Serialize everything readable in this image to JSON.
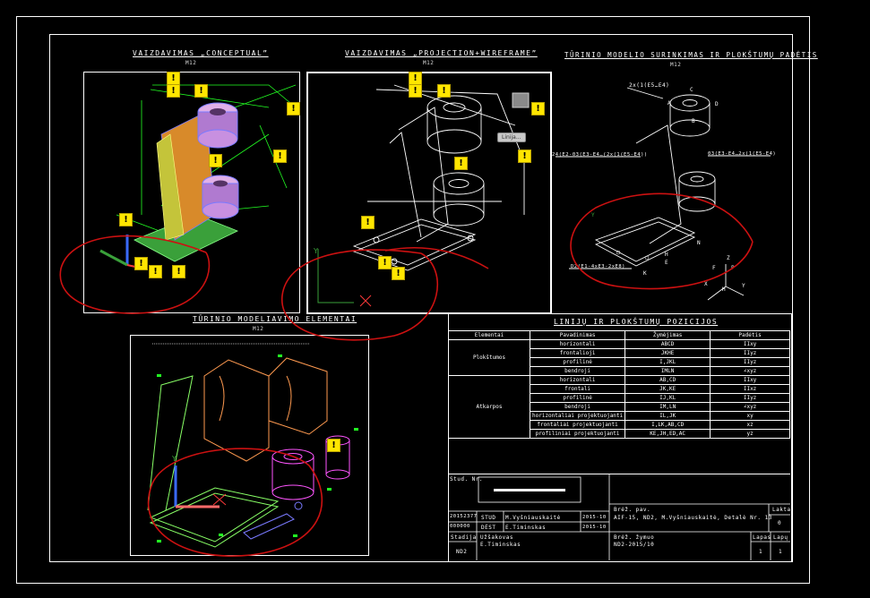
{
  "views": {
    "conceptual": {
      "title": "VAIZDAVIMAS „CONCEPTUAL”",
      "scale": "M12"
    },
    "wireframe": {
      "title": "VAIZDAVIMAS „PROJECTION+WIREFRAME”",
      "scale": "M12",
      "tooltip": "Linija..."
    },
    "assembly": {
      "title": "TŪRINIO MODELIO SURINKIMAS IR PLOKŠTUMŲ PADĖTIS",
      "scale": "M12",
      "labels": [
        "2x(1(E5…E4)",
        "C",
        "A",
        "D",
        "B",
        "24(E2-03(E3-E4…(2x(1(E5-E4))",
        "03(E3-E4…2x(1(E5-E4)",
        "Y",
        "N",
        "H",
        "E",
        "K",
        "Z",
        "F",
        "P",
        "X",
        "Y",
        "H",
        "D2(E1-4xE3-2xE8)"
      ]
    },
    "elements": {
      "title": "TŪRINIO MODELIAVIMO ELEMENTAI",
      "scale": "M12"
    }
  },
  "positions_table": {
    "title": "LINIJŲ IR PLOKŠTUMŲ POZICIJOS",
    "headers": [
      "Elementai",
      "Pavadinimas",
      "Žymėjimas",
      "Padėtis"
    ],
    "groups": [
      {
        "name": "Plokštumos",
        "rows": [
          [
            "horizontali",
            "ABCD",
            "IIxy"
          ],
          [
            "frontalioji",
            "JKHE",
            "IIyz"
          ],
          [
            "profilinė",
            "I,JKL",
            "IIyz"
          ],
          [
            "bendroji",
            "IMLN",
            "∠xyz"
          ]
        ]
      },
      {
        "name": "Atkarpos",
        "rows": [
          [
            "horizontali",
            "AB,CD",
            "IIxy"
          ],
          [
            "frontali",
            "JK,KE",
            "IIxz"
          ],
          [
            "profilinė",
            "IJ,KL",
            "IIyz"
          ],
          [
            "bendroji",
            "IM,LN",
            "∠xyz"
          ],
          [
            "horizontaliai projektuojanti",
            "IL,JK",
            "xy"
          ],
          [
            "frontaliai projektuojanti",
            "I,LK,AB,CD",
            "xz"
          ],
          [
            "profiliniai projektuojanti",
            "KE,JH,ED,AC",
            "yz"
          ]
        ]
      }
    ]
  },
  "title_block": {
    "stud_nr_label": "Stud. Nr.",
    "brez_pav_label": "Brėž. pav.",
    "brez_pav": "AIF-15, ND2, M.Vyšniauskaitė, Detalė Nr. 13",
    "lakst_label": "Lakta",
    "lakst_value": "0",
    "row1": {
      "num": "20152377",
      "role": "STUD",
      "name": "M.Vyšniauskaitė",
      "date": "2015-10"
    },
    "row2": {
      "num": "000000",
      "role": "DĖST",
      "name": "E.Timinskas",
      "date": "2015-10"
    },
    "stadija_label": "Stadija",
    "stadija_value": "ND2",
    "org_line1": "Užšakovas",
    "org_line2": "E.Timinskas",
    "brez_zym_label": "Brėž. žymuo",
    "brez_zym": "ND2-2015/10",
    "lapas_label": "Lapas",
    "lapas_value": "1",
    "lapu_label": "Lapų",
    "lapu_value": "1"
  },
  "colors": {
    "background": "#000000",
    "line": "#ffffff",
    "annotation": "#cc1111",
    "warning": "#ffe600",
    "dim_green": "#22ff22"
  },
  "icons": [
    "warning-icon",
    "ucs-axis-icon",
    "tooltip-icon"
  ]
}
